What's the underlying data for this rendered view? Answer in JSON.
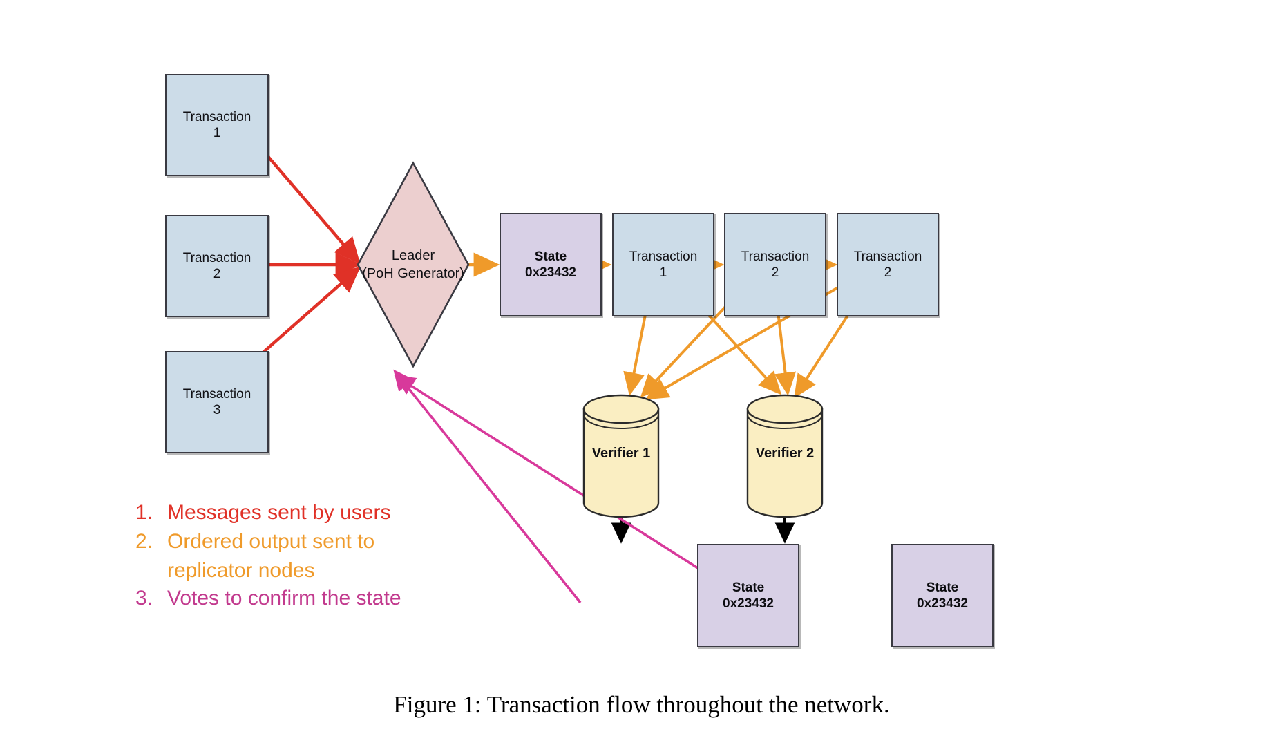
{
  "figure": {
    "caption": "Figure 1:  Transaction flow throughout the network."
  },
  "colors": {
    "transaction_fill": "#ccdce8",
    "state_fill": "#d8d0e6",
    "leader_fill": "#eccfcf",
    "verifier_fill": "#faeec2",
    "stroke": "#3a3a42",
    "arrow_user": "#e03127",
    "arrow_ordered": "#ef9a2a",
    "arrow_vote": "#d8399b",
    "arrow_plain": "#000000"
  },
  "inputs": {
    "transactions": [
      {
        "line1": "Transaction",
        "line2": "1"
      },
      {
        "line1": "Transaction",
        "line2": "2"
      },
      {
        "line1": "Transaction",
        "line2": "3"
      }
    ]
  },
  "leader": {
    "line1": "Leader",
    "line2": "(PoH Generator)"
  },
  "ledger": {
    "state": {
      "line1": "State",
      "line2": "0x23432"
    },
    "entries": [
      {
        "line1": "Transaction",
        "line2": "1"
      },
      {
        "line1": "Transaction",
        "line2": "2"
      },
      {
        "line1": "Transaction",
        "line2": "2"
      }
    ]
  },
  "verifiers": [
    {
      "label": "Verifier 1"
    },
    {
      "label": "Verifier 2"
    }
  ],
  "verifier_states": [
    {
      "line1": "State",
      "line2": "0x23432"
    },
    {
      "line1": "State",
      "line2": "0x23432"
    }
  ],
  "legend": {
    "items": [
      {
        "num": "1.",
        "text": "Messages sent by users",
        "cont": "",
        "color": "#e03127"
      },
      {
        "num": "2.",
        "text": "Ordered output sent to",
        "cont": "replicator nodes",
        "color": "#ef9a2a"
      },
      {
        "num": "3.",
        "text": "Votes to confirm the state",
        "cont": "",
        "color": "#c23a8e"
      }
    ]
  }
}
